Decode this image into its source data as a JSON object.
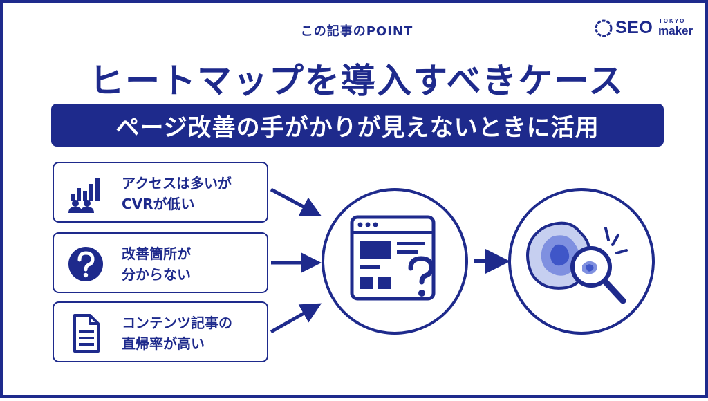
{
  "header": {
    "point_label": "この記事のPOINT"
  },
  "logo": {
    "main": "SEO",
    "sub_small": "TOKYO",
    "sub_large": "maker"
  },
  "title": "ヒートマップを導入すべきケース",
  "banner": "ページ改善の手がかりが見えないときに活用",
  "cases": [
    {
      "icon": "chart-people-icon",
      "line1": "アクセスは多いが",
      "line2": "CVRが低い"
    },
    {
      "icon": "question-icon",
      "line1": "改善箇所が",
      "line2": "分からない"
    },
    {
      "icon": "document-icon",
      "line1": "コンテンツ記事の",
      "line2": "直帰率が高い"
    }
  ],
  "colors": {
    "primary": "#1e2a8c",
    "heat_light": "#c6cff0",
    "heat_mid": "#7f90e0",
    "heat_dark": "#3f56c8"
  },
  "icons": {
    "center": "webpage-question-icon",
    "right": "heatmap-magnifier-icon",
    "arrow": "arrow-right-icon"
  }
}
